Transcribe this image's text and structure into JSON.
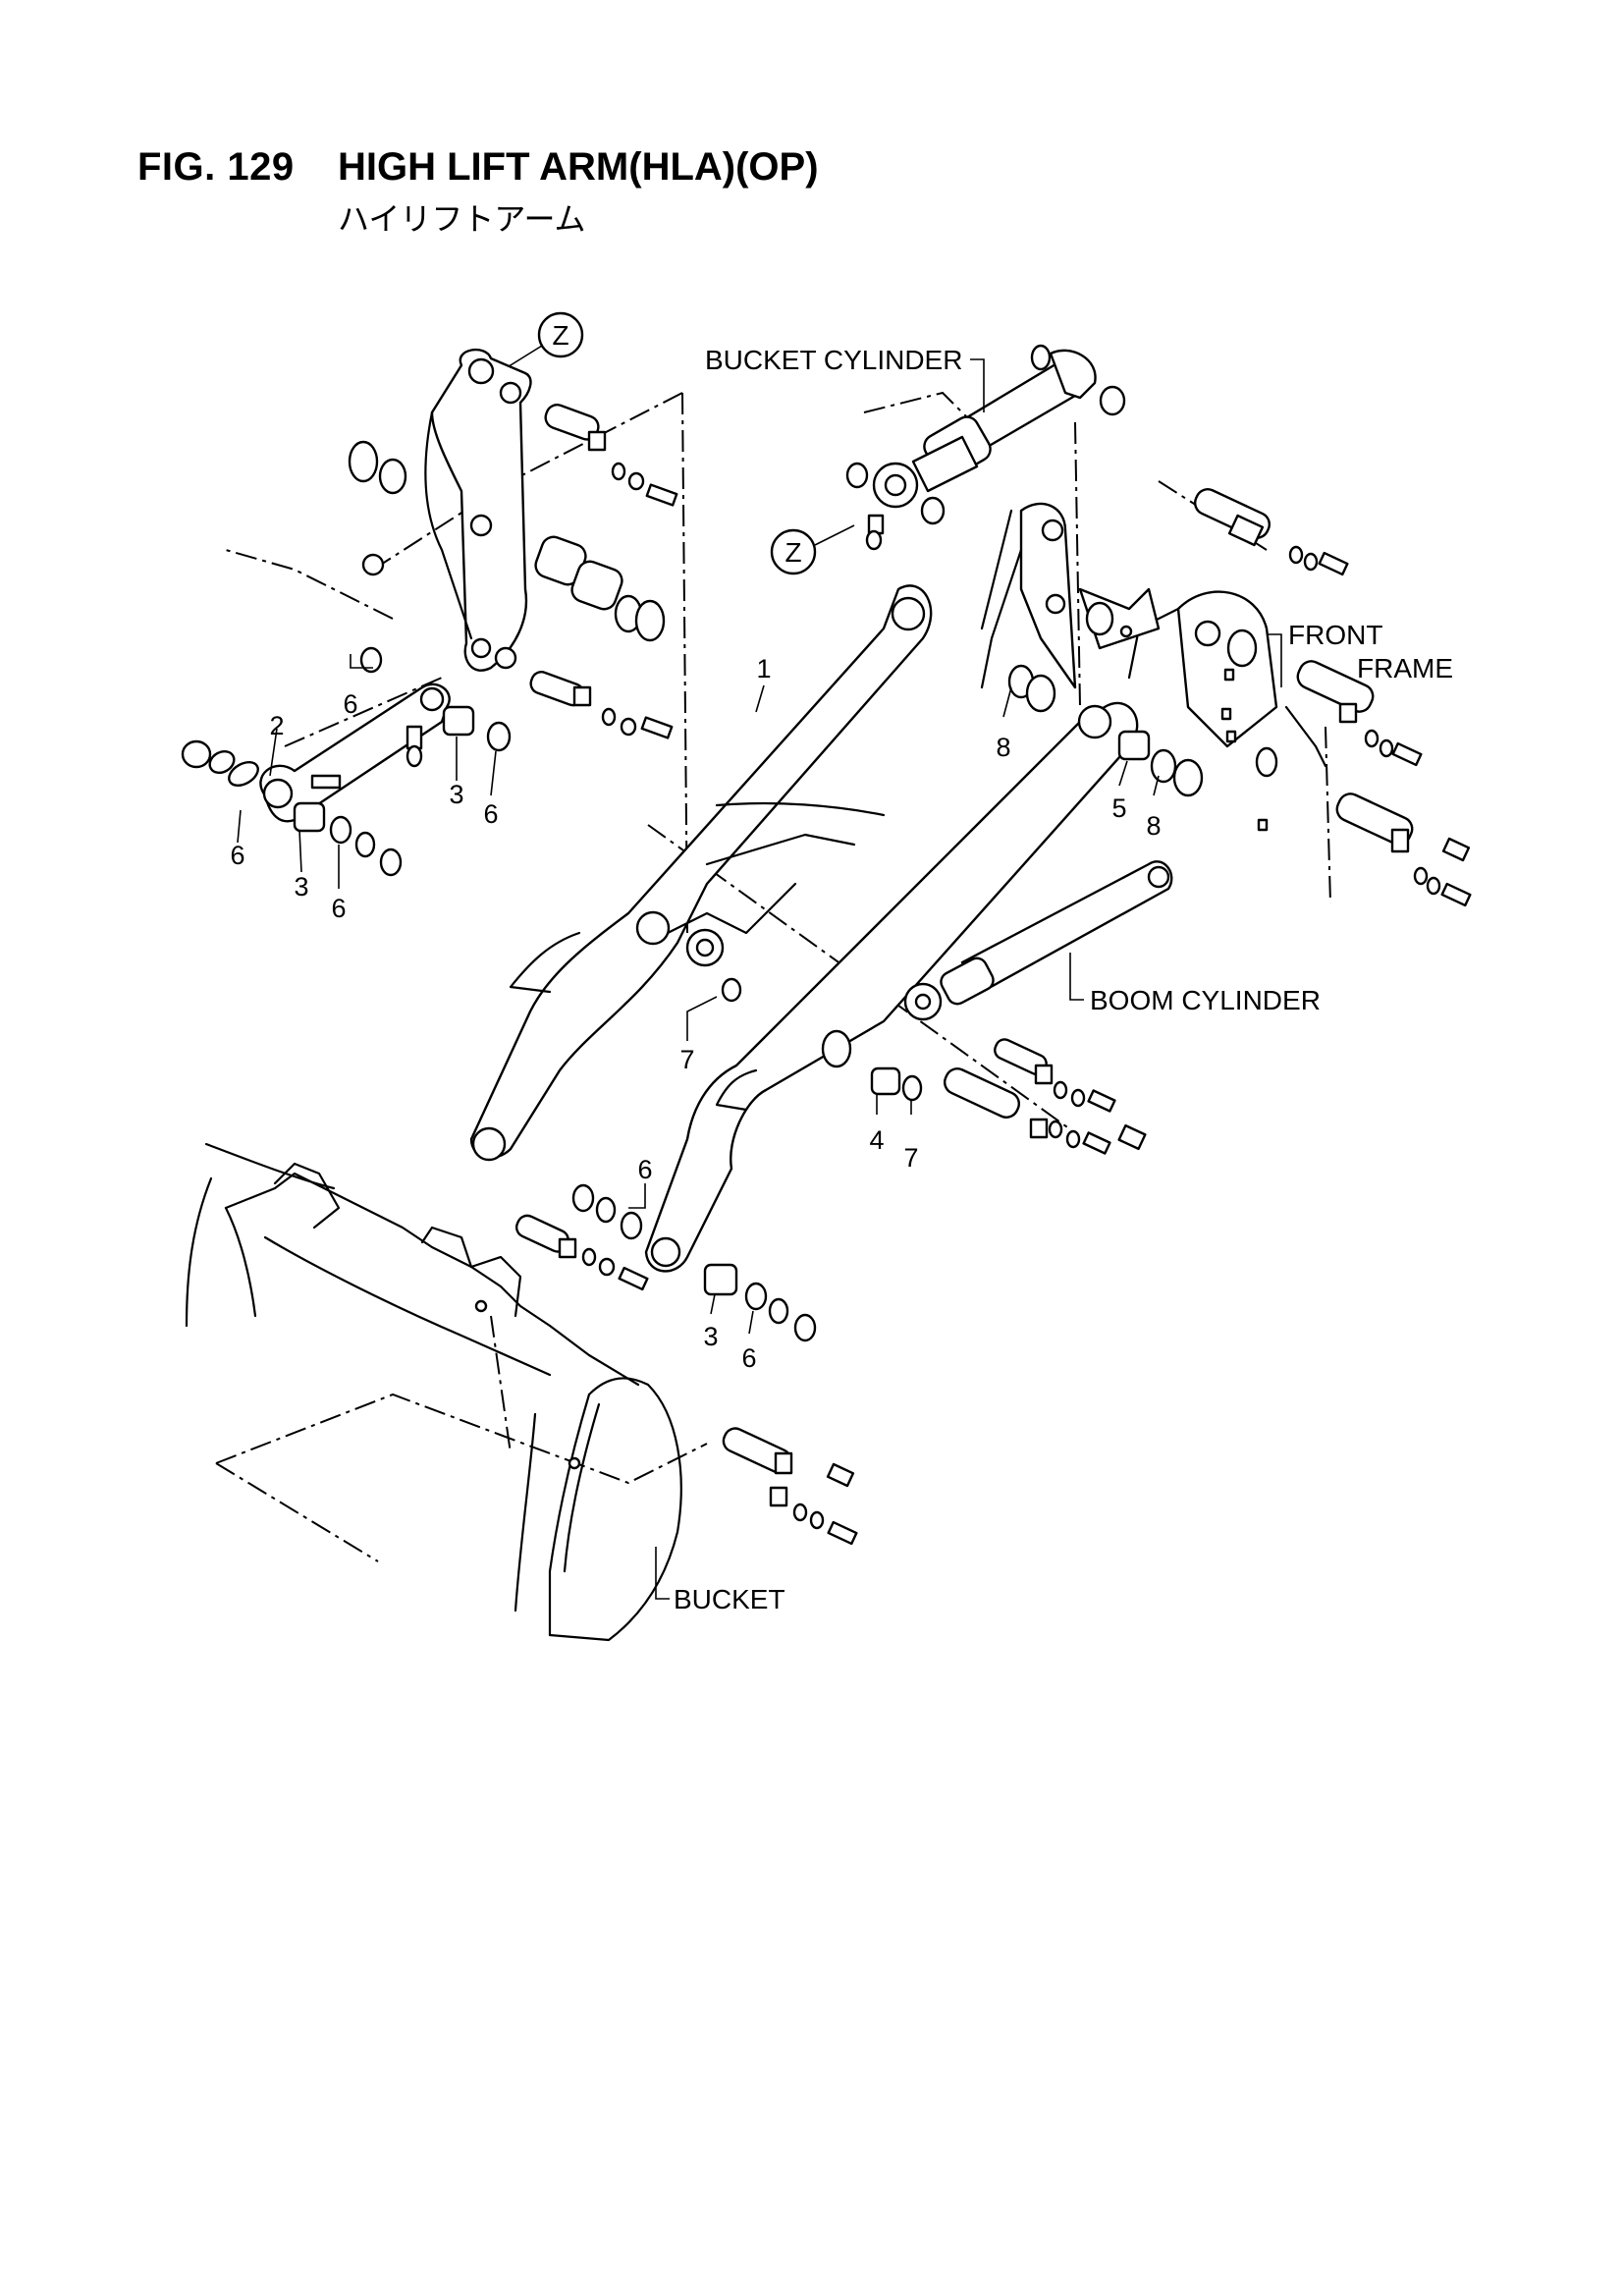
{
  "figure": {
    "number": "FIG. 129",
    "title": "HIGH LIFT ARM(HLA)(OP)",
    "subtitle": "ハイリフトアーム"
  },
  "labels": {
    "bucket_cylinder": "BUCKET CYLINDER",
    "front": "FRONT",
    "frame": "FRAME",
    "boom_cylinder": "BOOM CYLINDER",
    "bucket": "BUCKET",
    "z_upper": "Z",
    "z_lower": "Z"
  },
  "callouts": {
    "c1": "1",
    "c2": "2",
    "c3a": "3",
    "c3b": "3",
    "c3c": "3",
    "c4": "4",
    "c5": "5",
    "c6a": "6",
    "c6b": "6",
    "c6c": "6",
    "c6d": "6",
    "c6e": "6",
    "c6f": "6",
    "c7a": "7",
    "c7b": "7",
    "c8a": "8",
    "c8b": "8"
  }
}
